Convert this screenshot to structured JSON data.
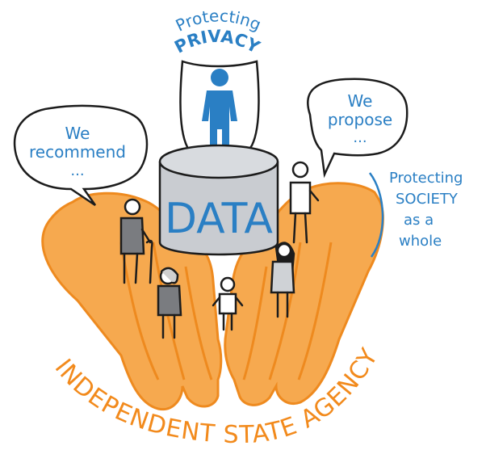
{
  "privacy": {
    "line1": "Protecting",
    "line2": "PRIVACY"
  },
  "bubble_left": {
    "line1": "We",
    "line2": "recommend",
    "line3": "..."
  },
  "bubble_right": {
    "line1": "We",
    "line2": "propose",
    "line3": "..."
  },
  "data_label": "DATA",
  "society": {
    "line1": "Protecting",
    "line2": "SOCIETY",
    "line3": "as a",
    "line4": "whole"
  },
  "agency_label": "INDEPENDENT STATE AGENCY",
  "colors": {
    "blue": "#2a7fc4",
    "orange": "#f6a94f",
    "orange_stroke": "#ee8a1f",
    "grey": "#c9ccd1",
    "ink": "#1c1c1c"
  }
}
